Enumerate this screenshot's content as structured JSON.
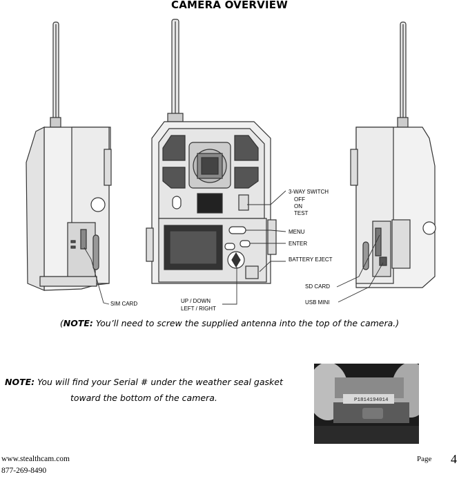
{
  "header": {
    "title": "CAMERA OVERVIEW"
  },
  "diagram": {
    "labels": {
      "switch": "3-WAY SWITCH",
      "off": "OFF",
      "on": "ON",
      "test": "TEST",
      "menu": "MENU",
      "enter": "ENTER",
      "battery_eject": "BATTERY EJECT",
      "sd_card": "SD CARD",
      "usb_mini": "USB MINI",
      "sim_card": "SIM CARD",
      "up_down": "UP / DOWN",
      "left_right": "LEFT / RIGHT"
    }
  },
  "notes": {
    "antenna_prefix": "NOTE:",
    "antenna_text": " You’ll need to screw the supplied antenna into the top of the camera.",
    "serial_prefix": "NOTE:",
    "serial_text_1": " You will find your Serial # under the weather seal gasket",
    "serial_text_2": "toward the bottom of the camera."
  },
  "photo": {
    "serial_label": "P1814194014"
  },
  "footer": {
    "website": "www.stealthcam.com",
    "phone": "877-269-8490",
    "page_label": "Page",
    "page_number": "4"
  }
}
